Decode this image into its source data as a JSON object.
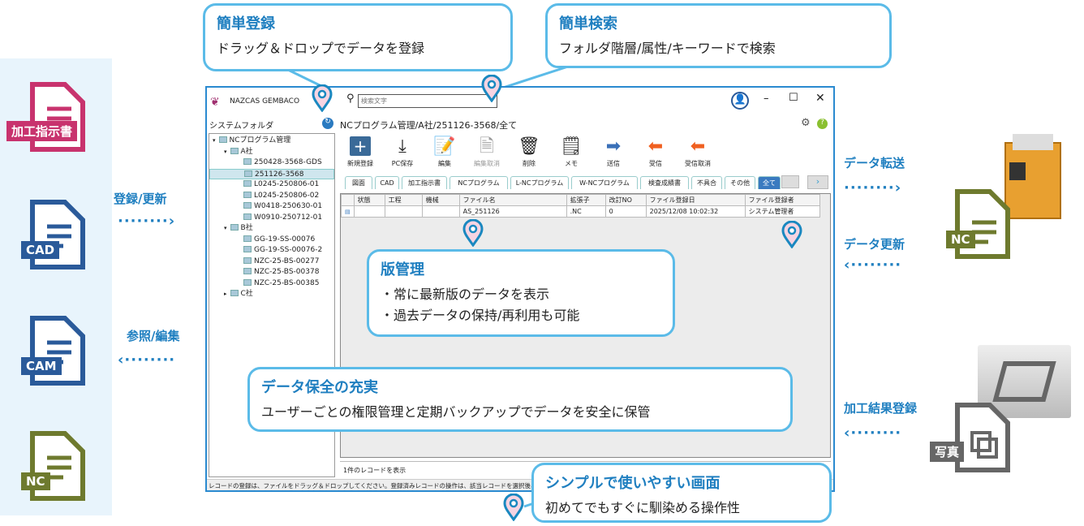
{
  "left_docs": [
    {
      "label": "加工指示書",
      "color": "#c8336e"
    },
    {
      "label": "CAD",
      "color": "#2a5a9a"
    },
    {
      "label": "CAM",
      "color": "#2a5a9a"
    },
    {
      "label": "NC",
      "color": "#6e7a2e"
    }
  ],
  "flows": {
    "register_update": "登録/更新",
    "reference_edit": "参照/編集",
    "data_transfer": "データ転送",
    "data_update": "データ更新",
    "result_register": "加工結果登録"
  },
  "right_docs": {
    "nc": "NC",
    "photo": "写真"
  },
  "app": {
    "title": "NAZCAS GEMBACO",
    "search_placeholder": "検索文字",
    "folder_header": "システムフォルダ",
    "breadcrumb": "NCプログラム管理/A社/251126-3568/全て",
    "tree": [
      {
        "label": "NCプログラム管理",
        "level": 0,
        "exp": "▾"
      },
      {
        "label": "A社",
        "level": 1,
        "exp": "▾"
      },
      {
        "label": "250428-3568-GDS",
        "level": 2
      },
      {
        "label": "251126-3568",
        "level": 2,
        "selected": true
      },
      {
        "label": "L0245-250806-01",
        "level": 2
      },
      {
        "label": "L0245-250806-02",
        "level": 2
      },
      {
        "label": "W0418-250630-01",
        "level": 2
      },
      {
        "label": "W0910-250712-01",
        "level": 2
      },
      {
        "label": "B社",
        "level": 1,
        "exp": "▾"
      },
      {
        "label": "GG-19-SS-00076",
        "level": 2
      },
      {
        "label": "GG-19-SS-00076-2",
        "level": 2
      },
      {
        "label": "NZC-25-BS-00277",
        "level": 2
      },
      {
        "label": "NZC-25-BS-00378",
        "level": 2
      },
      {
        "label": "NZC-25-BS-00385",
        "level": 2
      },
      {
        "label": "C社",
        "level": 1,
        "exp": "▸"
      }
    ],
    "toolbar": [
      {
        "label": "新規登録",
        "icon": "plus"
      },
      {
        "label": "PC保存",
        "icon": "download"
      },
      {
        "label": "編集",
        "icon": "edit"
      },
      {
        "label": "編集取消",
        "icon": "edit-cancel"
      },
      {
        "label": "削除",
        "icon": "trash"
      },
      {
        "label": "メモ",
        "icon": "memo"
      },
      {
        "label": "送信",
        "icon": "send"
      },
      {
        "label": "受信",
        "icon": "receive"
      },
      {
        "label": "受信取消",
        "icon": "receive-cancel"
      }
    ],
    "tabs": [
      "図面",
      "CAD",
      "加工指示書",
      "NCプログラム",
      "L-NCプログラム",
      "W-NCプログラム",
      "検査成績書",
      "不具合",
      "その他",
      "全て"
    ],
    "columns": [
      "状態",
      "工程",
      "機械",
      "ファイル名",
      "拡張子",
      "改訂NO",
      "ファイル登録日",
      "ファイル登録者"
    ],
    "rows": [
      [
        "",
        "",
        "",
        "AS_251126",
        ".NC",
        "0",
        "2025/12/08 10:02:32",
        "システム管理者"
      ]
    ],
    "record_count": "1件のレコードを表示",
    "status_bar": "レコードの登録は、ファイルをドラッグ＆ドロップしてください。登録済みレコードの操作は、該当レコードを選択後、メニューを選"
  },
  "callouts": [
    {
      "title": "簡単登録",
      "lines": [
        "ドラッグ＆ドロップでデータを登録"
      ]
    },
    {
      "title": "簡単検索",
      "lines": [
        "フォルダ階層/属性/キーワードで検索"
      ]
    },
    {
      "title": "版管理",
      "lines": [
        "・常に最新版のデータを表示",
        "・過去データの保持/再利用も可能"
      ]
    },
    {
      "title": "データ保全の充実",
      "lines": [
        "ユーザーごとの権限管理と定期バックアップでデータを安全に保管"
      ]
    },
    {
      "title": "シンプルで使いやすい画面",
      "lines": [
        "初めてでもすぐに馴染める操作性"
      ]
    }
  ]
}
